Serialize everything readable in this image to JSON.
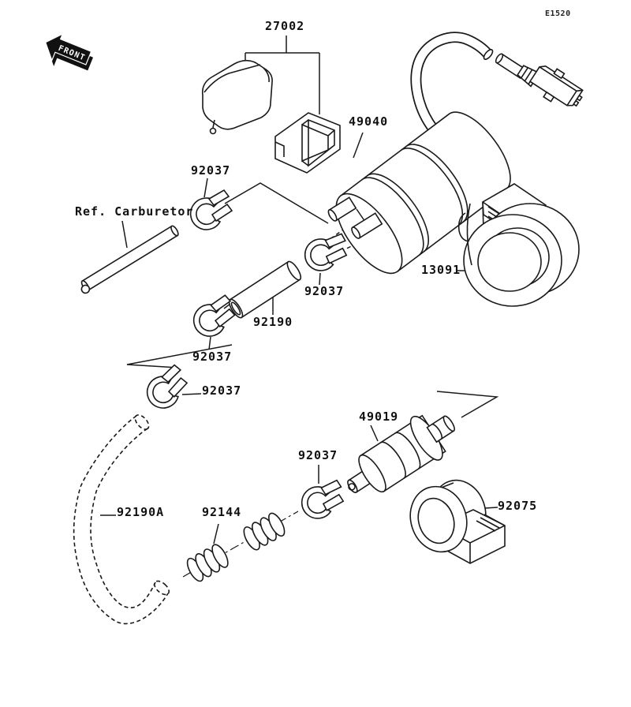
{
  "diagram": {
    "code": "E1520",
    "front_badge": "FRONT",
    "colors": {
      "ink": "#1a1a1a",
      "background": "#ffffff"
    },
    "labels": [
      {
        "id": "27002",
        "text": "27002"
      },
      {
        "id": "92037-a",
        "text": "92037"
      },
      {
        "id": "ref-carburetor",
        "text": "Ref. Carburetor"
      },
      {
        "id": "49040",
        "text": "49040"
      },
      {
        "id": "13091",
        "text": "13091"
      },
      {
        "id": "92037-b",
        "text": "92037"
      },
      {
        "id": "92190",
        "text": "92190"
      },
      {
        "id": "92037-c",
        "text": "92037"
      },
      {
        "id": "92037-d",
        "text": "92037"
      },
      {
        "id": "49019",
        "text": "49019"
      },
      {
        "id": "92037-e",
        "text": "92037"
      },
      {
        "id": "92190A",
        "text": "92190A"
      },
      {
        "id": "92144",
        "text": "92144"
      },
      {
        "id": "92075",
        "text": "92075"
      }
    ]
  }
}
